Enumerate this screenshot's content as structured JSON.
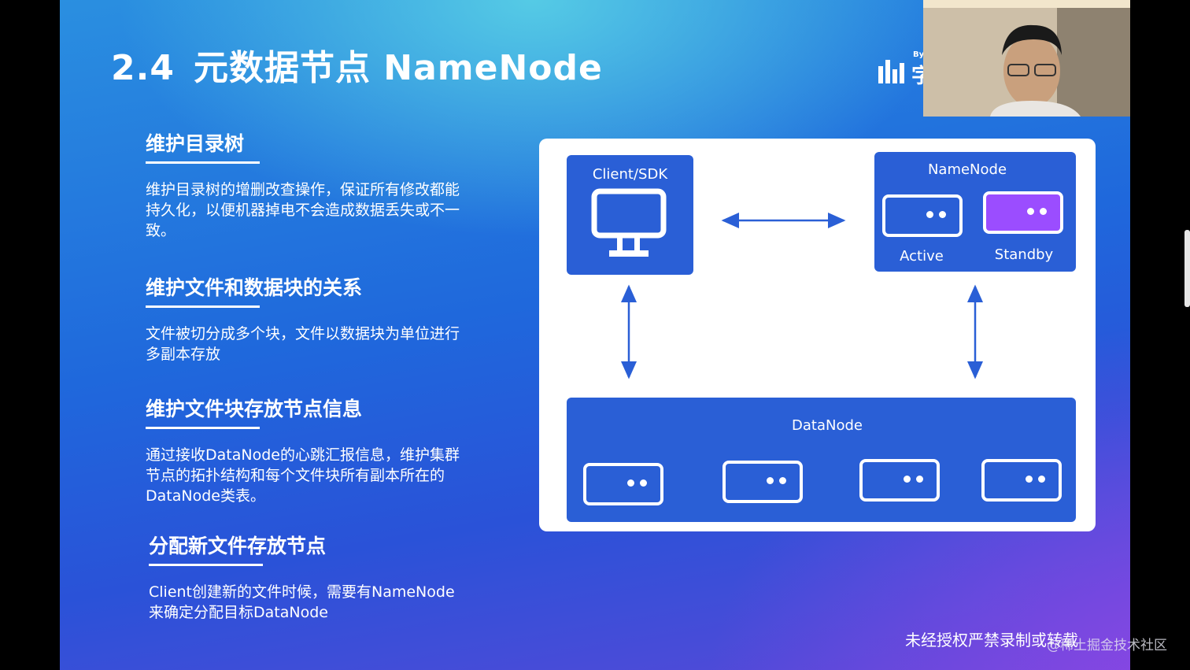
{
  "slide": {
    "number": "2.4",
    "title": "元数据节点 NameNode",
    "logo": {
      "by": "By",
      "glyph": "字"
    },
    "sections": [
      {
        "heading": "维护目录树",
        "text": "维护目录树的增删改查操作，保证所有修改都能持久化，以便机器掉电不会造成数据丢失或不一致。"
      },
      {
        "heading": "维护文件和数据块的关系",
        "text": "文件被切分成多个块，文件以数据块为单位进行多副本存放"
      },
      {
        "heading": "维护文件块存放节点信息",
        "text": "通过接收DataNode的心跳汇报信息，维护集群节点的拓扑结构和每个文件块所有副本所在的DataNode类表。"
      },
      {
        "heading": "分配新文件存放节点",
        "text": "Client创建新的文件时候，需要有NameNode来确定分配目标DataNode"
      }
    ],
    "diagram": {
      "client": {
        "label": "Client/SDK",
        "icon": "monitor-icon"
      },
      "namenode": {
        "label": "NameNode",
        "active_label": "Active",
        "standby_label": "Standby"
      },
      "datanode": {
        "label": "DataNode",
        "server_count": 4
      },
      "colors": {
        "box": "#2a5fd6",
        "standby": "#9b4dff",
        "arrow": "#2a5fd6"
      }
    },
    "watermark": "未经授权严禁录制或转载",
    "juejin_watermark": "@稀土掘金技术社区"
  }
}
